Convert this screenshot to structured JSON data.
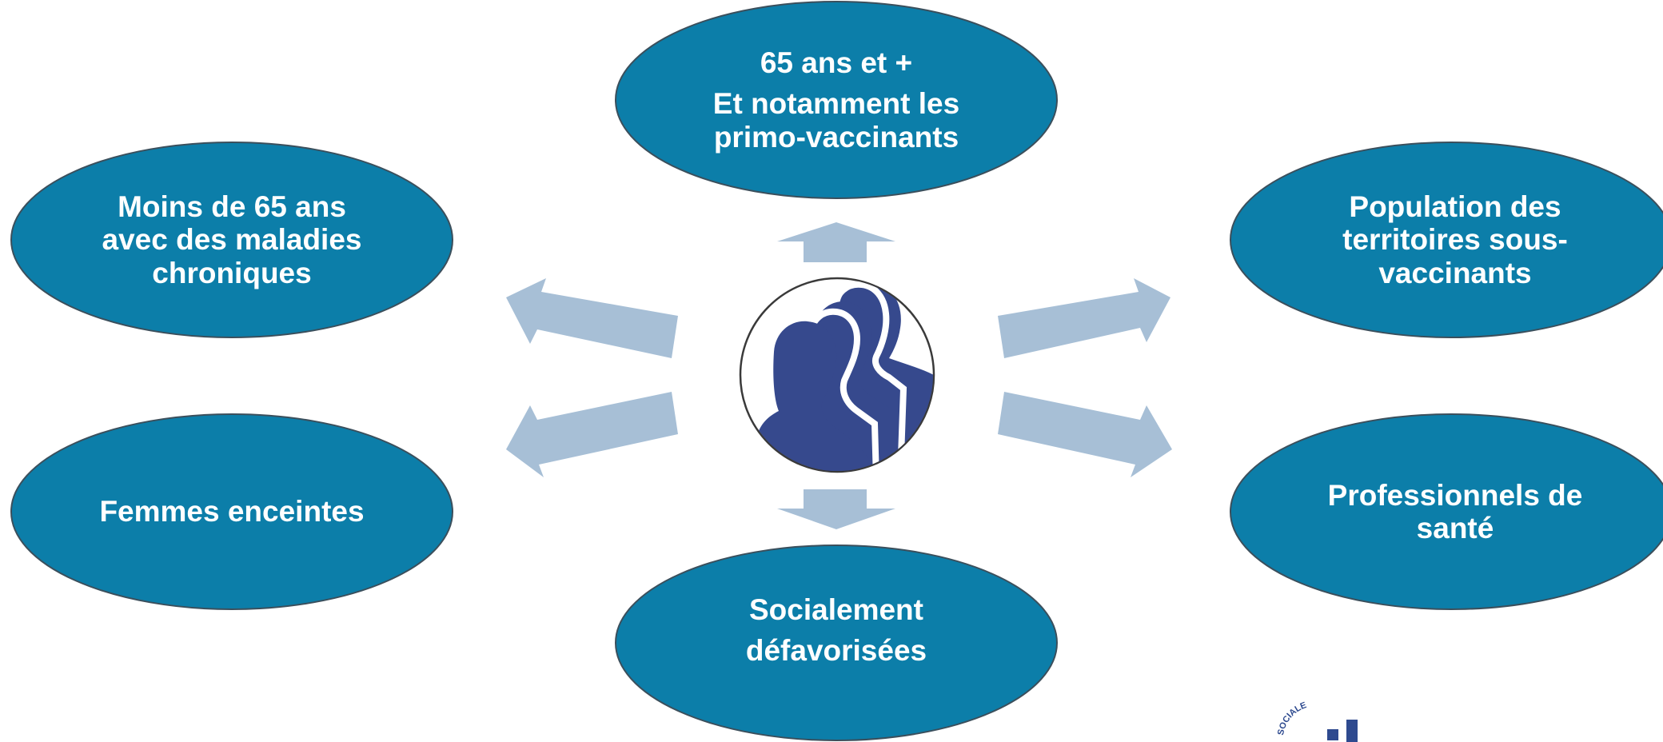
{
  "diagram": {
    "center": {
      "icon": "people-silhouette-icon"
    },
    "nodes": {
      "top": {
        "lines": [
          "65 ans et +",
          "Et notamment les",
          "primo-vaccinants"
        ]
      },
      "upper_left": {
        "lines": [
          "Moins de 65  ans",
          "avec des maladies",
          "chroniques"
        ]
      },
      "lower_left": {
        "lines": [
          "Femmes enceintes"
        ]
      },
      "upper_right": {
        "lines": [
          "Population des",
          "territoires sous-",
          "vaccinants"
        ]
      },
      "lower_right": {
        "lines": [
          "Professionnels de",
          "santé"
        ]
      },
      "bottom": {
        "lines": [
          "Socialement",
          "défavorisées"
        ]
      }
    },
    "logo": {
      "arc_text": "SOCIALE"
    },
    "colors": {
      "ellipse_fill": "#0c7ea9",
      "ellipse_stroke": "#3b4f5c",
      "arrow": "#a7bfd6",
      "icon": "#36498d"
    }
  }
}
